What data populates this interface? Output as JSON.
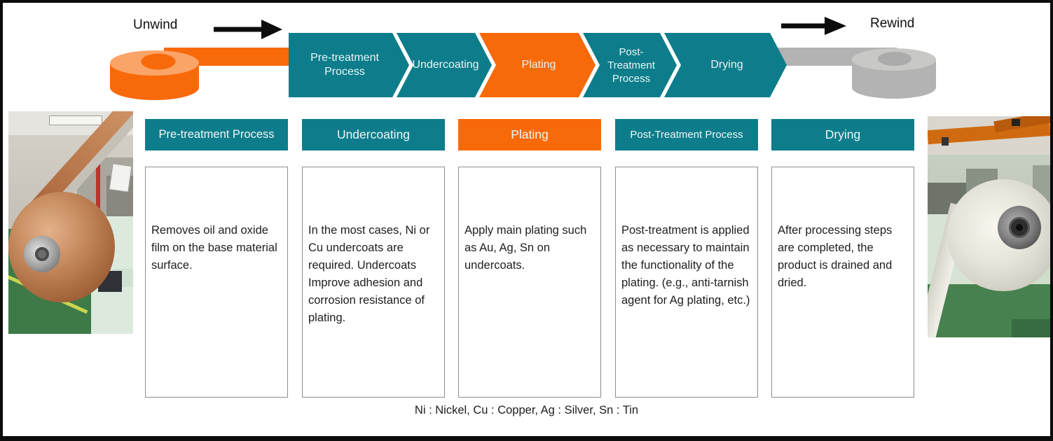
{
  "flow": {
    "unwind_label": "Unwind",
    "rewind_label": "Rewind",
    "steps": [
      {
        "label": "Pre-treatment Process",
        "color": "#0E7D8B"
      },
      {
        "label": "Undercoating",
        "color": "#0E7D8B"
      },
      {
        "label": "Plating",
        "color": "#F8690A"
      },
      {
        "label": "Post-Treatment Process",
        "color": "#0E7D8B"
      },
      {
        "label": "Drying",
        "color": "#0E7D8B"
      }
    ]
  },
  "columns": [
    {
      "header": "Pre-treatment Process",
      "color": "#0E7D8B",
      "description": "Removes oil and oxide film on the base material surface."
    },
    {
      "header": "Undercoating",
      "color": "#0E7D8B",
      "description": "In the most cases, Ni or Cu undercoats are required. Undercoats Improve adhesion and corrosion resistance of plating."
    },
    {
      "header": "Plating",
      "color": "#F8690A",
      "description": "Apply main plating such as Au, Ag, Sn on undercoats."
    },
    {
      "header": "Post-Treatment Process",
      "color": "#0E7D8B",
      "description": "Post-treatment is applied as necessary to maintain the functionality of the plating. (e.g., anti-tarnish agent for Ag plating, etc.)"
    },
    {
      "header": "Drying",
      "color": "#0E7D8B",
      "description": "After processing steps are completed, the product is drained and dried."
    }
  ],
  "footnote": "Ni : Nickel, Cu : Copper, Ag : Silver, Sn : Tin",
  "colors": {
    "teal": "#0E7D8B",
    "orange": "#F8690A",
    "strip_gray": "#B3B3B3",
    "coil_orange_body": "#F8690A",
    "coil_orange_top": "#FBA468",
    "coil_gray_body": "#B3B3B3",
    "coil_gray_top": "#C8C8C6"
  }
}
